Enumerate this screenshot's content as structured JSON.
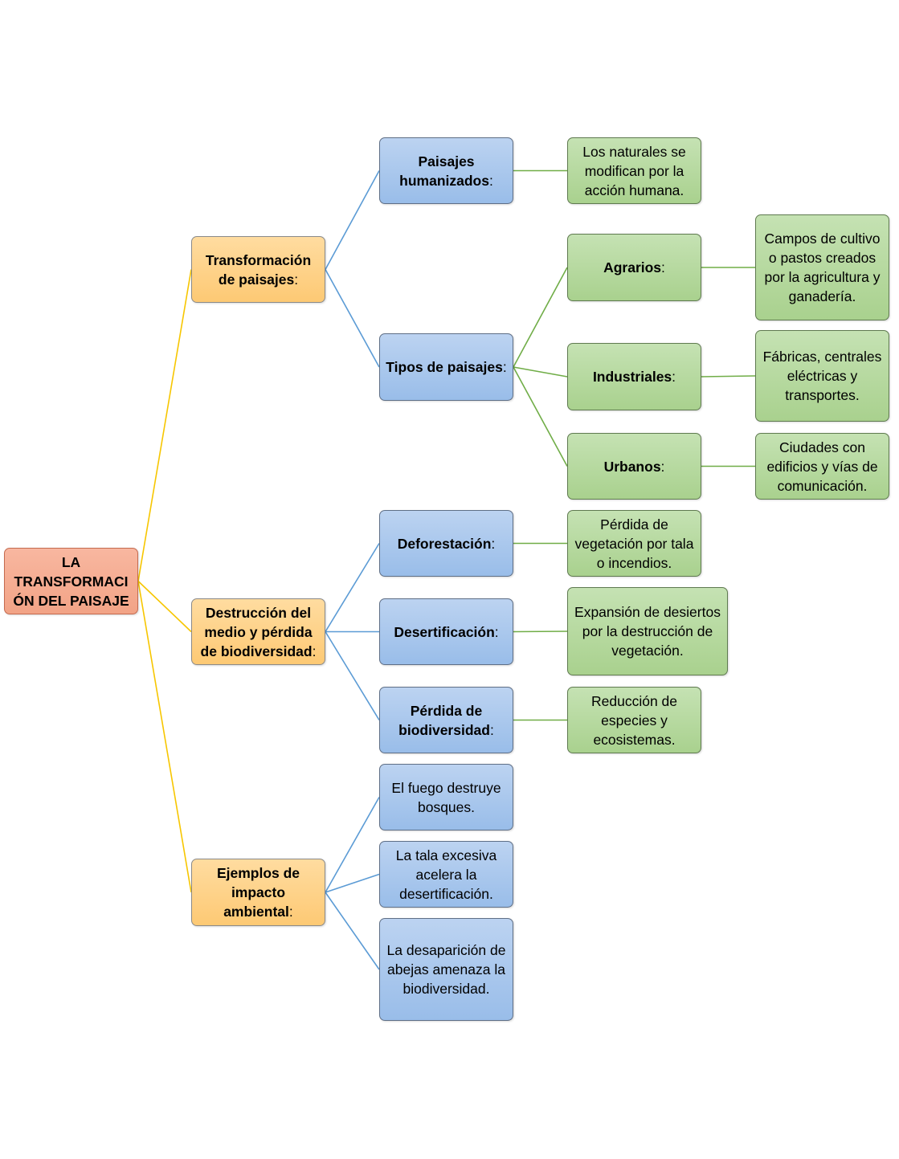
{
  "colors": {
    "root_fill": "#f4a98c",
    "level1_fill": "#fed08a",
    "level2_fill": "#a9c6ec",
    "green_fill": "#b3d89e",
    "root_links": "#f7c600",
    "blue_links": "#5b9bd5",
    "green_links": "#70ad47"
  },
  "root": {
    "label": "LA TRANSFORMACIÓN DEL PAISAJE"
  },
  "branches": {
    "transformacion": {
      "label": "Transformación de paisajes",
      "colon": ":",
      "humanizados": {
        "label": "Paisajes humanizados",
        "colon": ":",
        "desc": "Los naturales se modifican por la acción humana."
      },
      "tipos": {
        "label": "Tipos de paisajes",
        "colon": ":",
        "agrarios": {
          "label": "Agrarios",
          "colon": ":",
          "desc": "Campos de cultivo o pastos creados por la agricultura y ganadería."
        },
        "industriales": {
          "label": "Industriales",
          "colon": ":",
          "desc": "Fábricas, centrales eléctricas y transportes."
        },
        "urbanos": {
          "label": "Urbanos",
          "colon": ":",
          "desc": "Ciudades con edificios y vías de comunicación."
        }
      }
    },
    "destruccion": {
      "label": "Destrucción del medio y pérdida de biodiversidad",
      "colon": ":",
      "deforestacion": {
        "label": "Deforestación",
        "colon": ":",
        "desc": "Pérdida de vegetación por tala o incendios."
      },
      "desertificacion": {
        "label": "Desertificación",
        "colon": ":",
        "desc": "Expansión de desiertos por la destrucción de vegetación."
      },
      "perdida": {
        "label": "Pérdida de biodiversidad",
        "colon": ":",
        "desc": "Reducción de especies y ecosistemas."
      }
    },
    "ejemplos": {
      "label": "Ejemplos de impacto ambiental",
      "colon": ":",
      "items": [
        "El fuego destruye bosques.",
        "La tala excesiva acelera la desertificación.",
        "La desaparición de abejas amenaza la biodiversidad."
      ]
    }
  }
}
